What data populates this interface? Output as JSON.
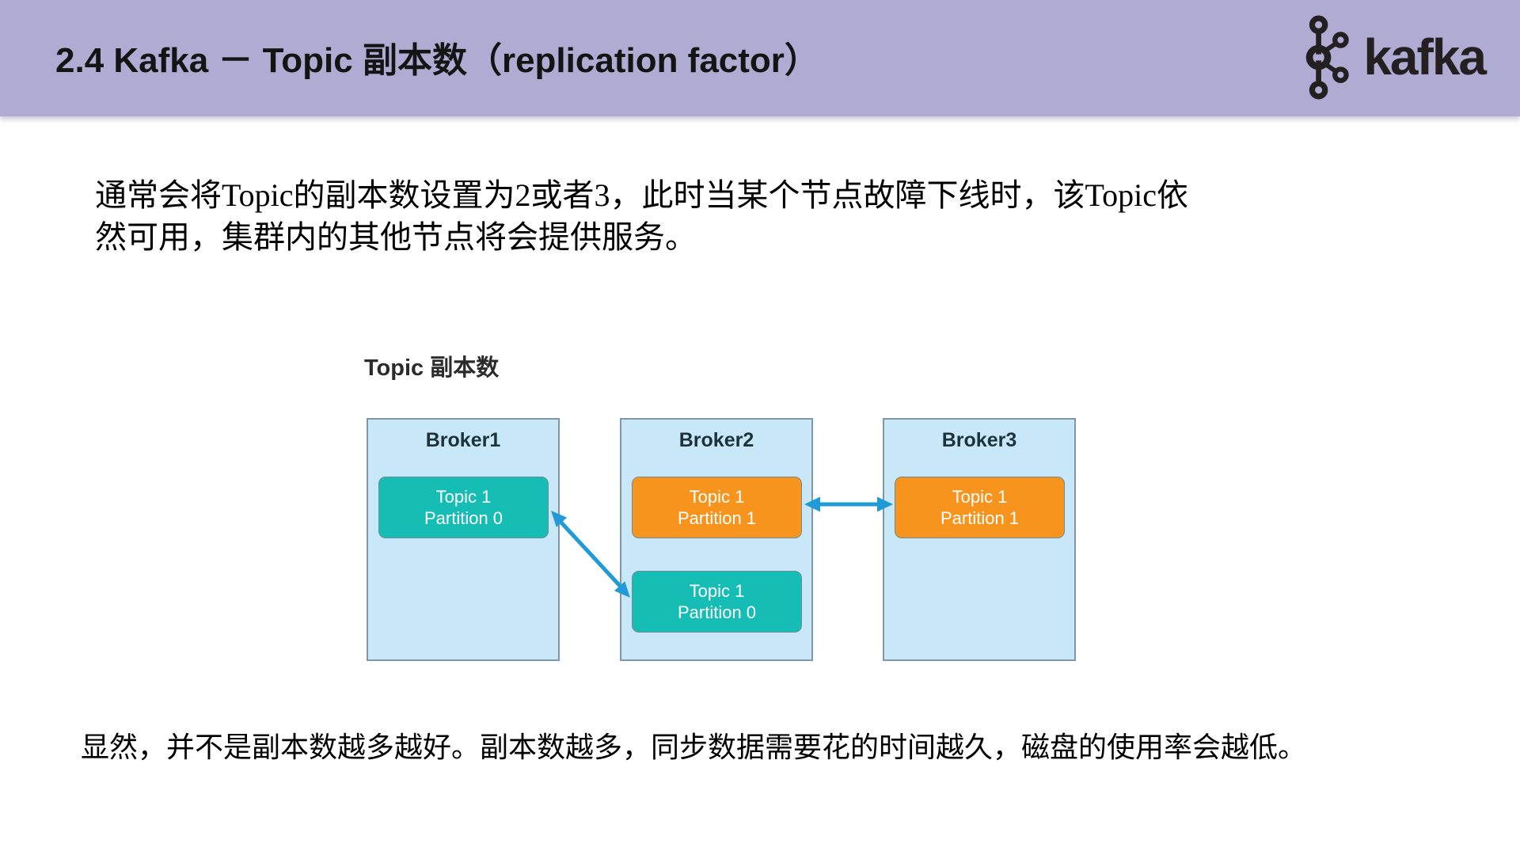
{
  "colors": {
    "header-bg": "#b0abd3",
    "logo": "#241f21",
    "teal": "#16bdb5",
    "orange": "#f7941e",
    "broker-fill": "#c8e8f9",
    "broker-border": "#8097a6",
    "arrow": "#209bd8"
  },
  "header": {
    "title": "2.4 Kafka － Topic 副本数（replication factor）",
    "logo_text": "kafka"
  },
  "intro": {
    "line1": "通常会将Topic的副本数设置为2或者3，此时当某个节点故障下线时，该Topic依",
    "line2": "然可用，集群内的其他节点将会提供服务。"
  },
  "diagram": {
    "title": "Topic 副本数",
    "brokers": [
      {
        "name": "Broker1",
        "partitions": [
          {
            "topic": "Topic 1",
            "partition": "Partition 0",
            "color": "teal"
          }
        ]
      },
      {
        "name": "Broker2",
        "partitions": [
          {
            "topic": "Topic 1",
            "partition": "Partition 1",
            "color": "orange"
          },
          {
            "topic": "Topic 1",
            "partition": "Partition 0",
            "color": "teal"
          }
        ]
      },
      {
        "name": "Broker3",
        "partitions": [
          {
            "topic": "Topic 1",
            "partition": "Partition 1",
            "color": "orange"
          }
        ]
      }
    ]
  },
  "footer": {
    "text": "显然，并不是副本数越多越好。副本数越多，同步数据需要花的时间越久，磁盘的使用率会越低。"
  }
}
